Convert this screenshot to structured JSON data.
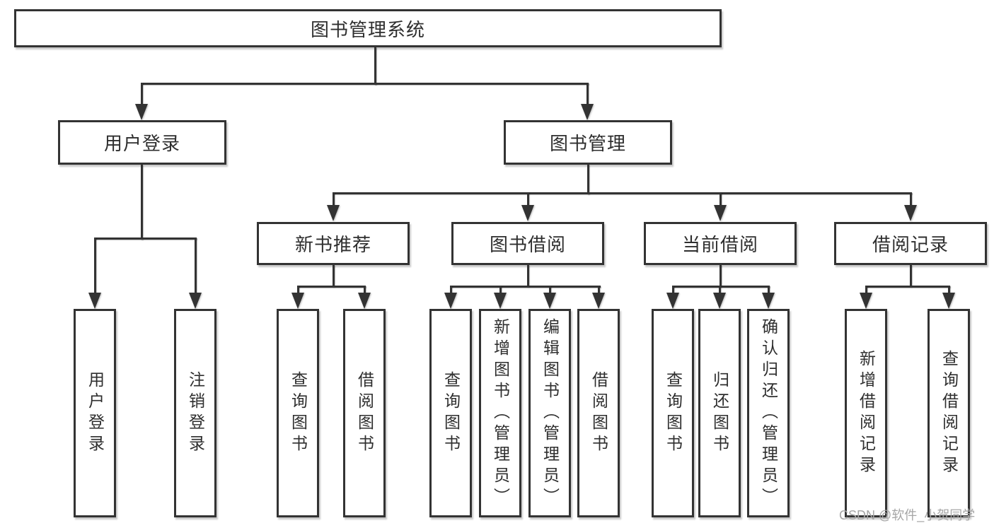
{
  "diagram_type": "hierarchy-chart",
  "tree": {
    "label": "图书管理系统",
    "children": [
      {
        "label": "用户登录",
        "children": [
          {
            "label": "用户登录"
          },
          {
            "label": "注销登录"
          }
        ]
      },
      {
        "label": "图书管理",
        "children": [
          {
            "label": "新书推荐",
            "children": [
              {
                "label": "查询图书"
              },
              {
                "label": "借阅图书"
              }
            ]
          },
          {
            "label": "图书借阅",
            "children": [
              {
                "label": "查询图书"
              },
              {
                "label": "新增图书（管理员）"
              },
              {
                "label": "编辑图书（管理员）"
              },
              {
                "label": "借阅图书"
              }
            ]
          },
          {
            "label": "当前借阅",
            "children": [
              {
                "label": "查询图书"
              },
              {
                "label": "归还图书"
              },
              {
                "label": "确认归还（管理员）"
              }
            ]
          },
          {
            "label": "借阅记录",
            "children": [
              {
                "label": "新增借阅记录"
              },
              {
                "label": "查询借阅记录"
              }
            ]
          }
        ]
      }
    ]
  },
  "watermark": "CSDN @软件_小贺同学",
  "colors": {
    "line": "#333333",
    "box_border": "#333333",
    "text": "#2e2e2e",
    "watermark": "#a6a6a6",
    "background": "#ffffff"
  }
}
